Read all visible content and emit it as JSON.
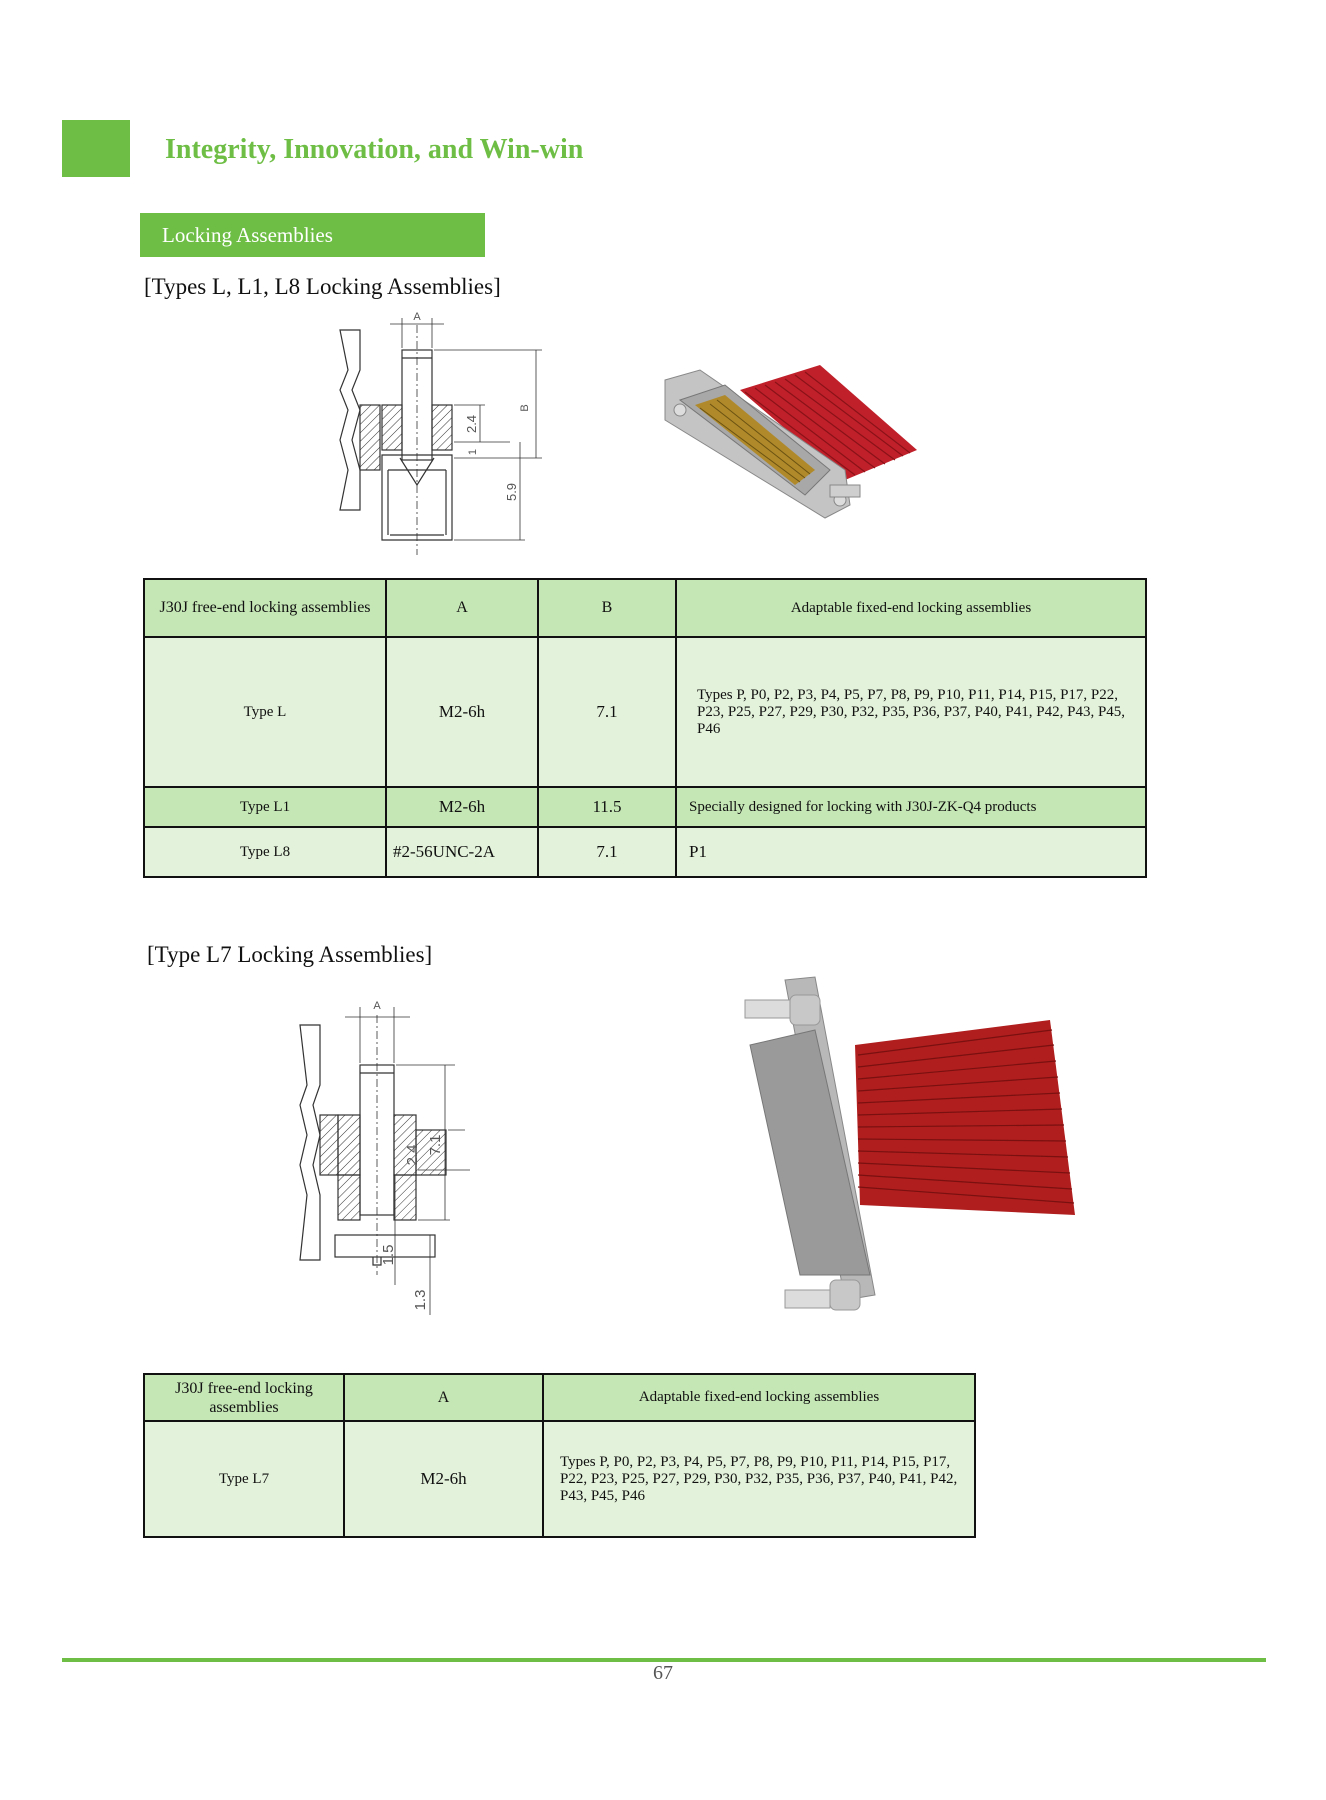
{
  "header": {
    "title": "Integrity, Innovation, and Win-win",
    "accent_color": "#6ebe45"
  },
  "section_badge": "Locking Assemblies",
  "section1": {
    "heading": "[Types L, L1, L8 Locking Assemblies]",
    "drawing_labels": {
      "a": "A",
      "b": "B",
      "dim1": "2.4",
      "dim2": "1",
      "dim3": "5.9"
    },
    "table": {
      "headers": [
        "J30J free-end locking assemblies",
        "A",
        "B",
        "Adaptable fixed-end locking assemblies"
      ],
      "rows": [
        {
          "type": "Type L",
          "a": "M2-6h",
          "b": "7.1",
          "compat": "Types P, P0, P2, P3, P4, P5, P7, P8, P9, P10, P11, P14, P15, P17, P22, P23, P25, P27, P29, P30, P32, P35, P36, P37, P40, P41, P42, P43, P45, P46"
        },
        {
          "type": "Type L1",
          "a": "M2-6h",
          "b": "11.5",
          "compat": "Specially designed for locking with J30J-ZK-Q4 products"
        },
        {
          "type": "Type L8",
          "a": "#2-56UNC-2A",
          "b": "7.1",
          "compat": "P1"
        }
      ]
    }
  },
  "section2": {
    "heading": "[Type L7 Locking Assemblies]",
    "drawing_labels": {
      "a": "A",
      "dim1": "2.4",
      "dim2": "7.1",
      "dim3": "1.5",
      "dim4": "1.3"
    },
    "table": {
      "headers": [
        "J30J free-end locking assemblies",
        "A",
        "Adaptable fixed-end locking assemblies"
      ],
      "rows": [
        {
          "type": "Type L7",
          "a": "M2-6h",
          "compat": "Types P, P0, P2, P3, P4, P5, P7, P8, P9, P10, P11, P14, P15, P17, P22, P23, P25, P27, P29, P30, P32, P35, P36, P37, P40, P41, P42, P43, P45, P46"
        }
      ]
    }
  },
  "footer": {
    "page_number": "67"
  }
}
